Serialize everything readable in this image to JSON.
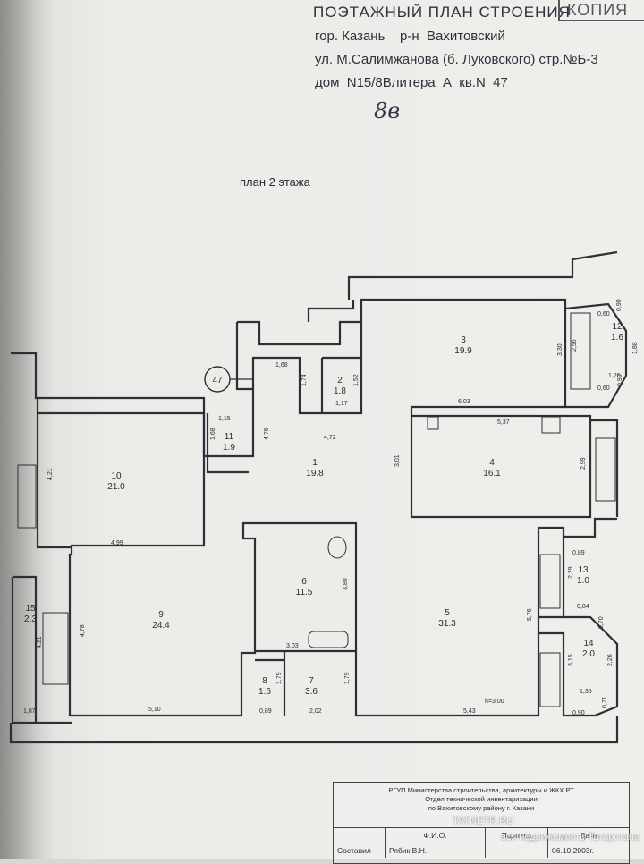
{
  "header": {
    "title": "ПОЭТАЖНЫЙ ПЛАН СТРОЕНИЯ",
    "stamp": "КОПИЯ",
    "line1": "гор. Казань    р-н  Вахитовский",
    "line2": "ул. М.Салимжанова (б. Луковского) стр.№Б-3",
    "line3": "дом  N15/8Влитера  А  кв.N  47",
    "handwritten": "8в",
    "floor_label": "план 2 этажа"
  },
  "apartment_marker": "47",
  "rooms": [
    {
      "num": "1",
      "area": "19.8"
    },
    {
      "num": "2",
      "area": "1.8"
    },
    {
      "num": "3",
      "area": "19.9"
    },
    {
      "num": "4",
      "area": "16.1"
    },
    {
      "num": "5",
      "area": "31.3"
    },
    {
      "num": "6",
      "area": "11.5"
    },
    {
      "num": "7",
      "area": "3.6"
    },
    {
      "num": "8",
      "area": "1.6"
    },
    {
      "num": "9",
      "area": "24.4"
    },
    {
      "num": "10",
      "area": "21.0"
    },
    {
      "num": "11",
      "area": "1.9"
    },
    {
      "num": "12",
      "area": "1.6"
    },
    {
      "num": "13",
      "area": "1.0"
    },
    {
      "num": "14",
      "area": "2.0"
    },
    {
      "num": "15",
      "area": "2.3"
    }
  ],
  "dimensions": [
    "1,68",
    "1,74",
    "1,52",
    "1,17",
    "3,30",
    "6,03",
    "2,56",
    "1,88",
    "1,26",
    "0,60",
    "0,60",
    "0,90",
    "0,90",
    "5,37",
    "4,72",
    "4,76",
    "1,15",
    "1,68",
    "4,21",
    "4,99",
    "3,01",
    "2,99",
    "0,89",
    "2,29",
    "0,84",
    "0,70",
    "3,80",
    "5,76",
    "3,15",
    "2,26",
    "1,35",
    "0,90",
    "0,71",
    "4,78",
    "4,21",
    "3,03",
    "1,79",
    "1,79",
    "5,10",
    "0,89",
    "2,02",
    "5,43",
    "h=3.00",
    "1,87"
  ],
  "stamp_box": {
    "org_line1": "РГУП Министерства строительства, архитектуры и ЖКХ  РТ",
    "org_line2": "Отдел технической инвентаризации",
    "org_line3": "по Вахитовскому району г. Казани",
    "col_fio": "Ф.И.О.",
    "col_sign": "Подпись",
    "col_date": "Дата",
    "row_role": "Составил",
    "row_name": "Рябик В.Н.",
    "row_date": "06.10.2003г."
  },
  "watermark": {
    "line1": "TATNETR.RU",
    "line2": "вся недвижимость Татарстана"
  }
}
